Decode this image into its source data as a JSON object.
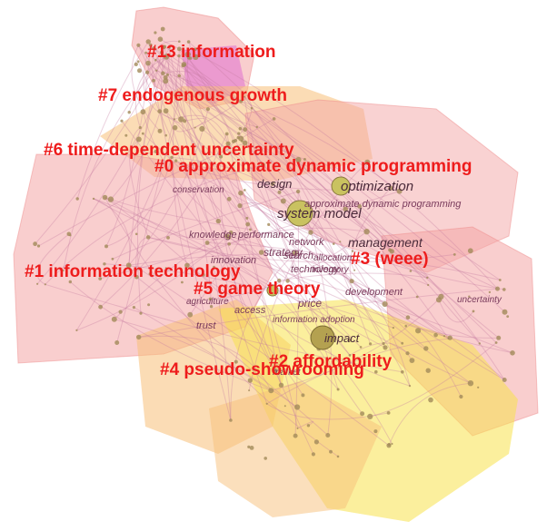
{
  "diagram": {
    "cluster_labels": [
      "#13 information",
      "#7 endogenous growth",
      "#6 time-dependent uncertainty",
      "#0 approximate dynamic programming",
      "#1 information technology",
      "#3 (weee)",
      "#5 game theory",
      "#2 affordability",
      "#4 pseudo-showrooming"
    ],
    "terms": [
      "conservation",
      "design",
      "optimization",
      "system model",
      "approximate dynamic programming",
      "knowledge",
      "performance",
      "management",
      "network",
      "strategy",
      "search",
      "allocation",
      "inventory",
      "technology",
      "innovation",
      "development",
      "agriculture",
      "price",
      "access",
      "trust",
      "information adoption",
      "impact",
      "market",
      "uncertainty"
    ],
    "colors": {
      "label": "#ee1c1c",
      "pink_hull": "#f4a6a6",
      "orange_hull": "#f7c079",
      "yellow_hull": "#f7e24d",
      "magenta_hull": "#e070d0",
      "node": "#a38b5a"
    }
  }
}
